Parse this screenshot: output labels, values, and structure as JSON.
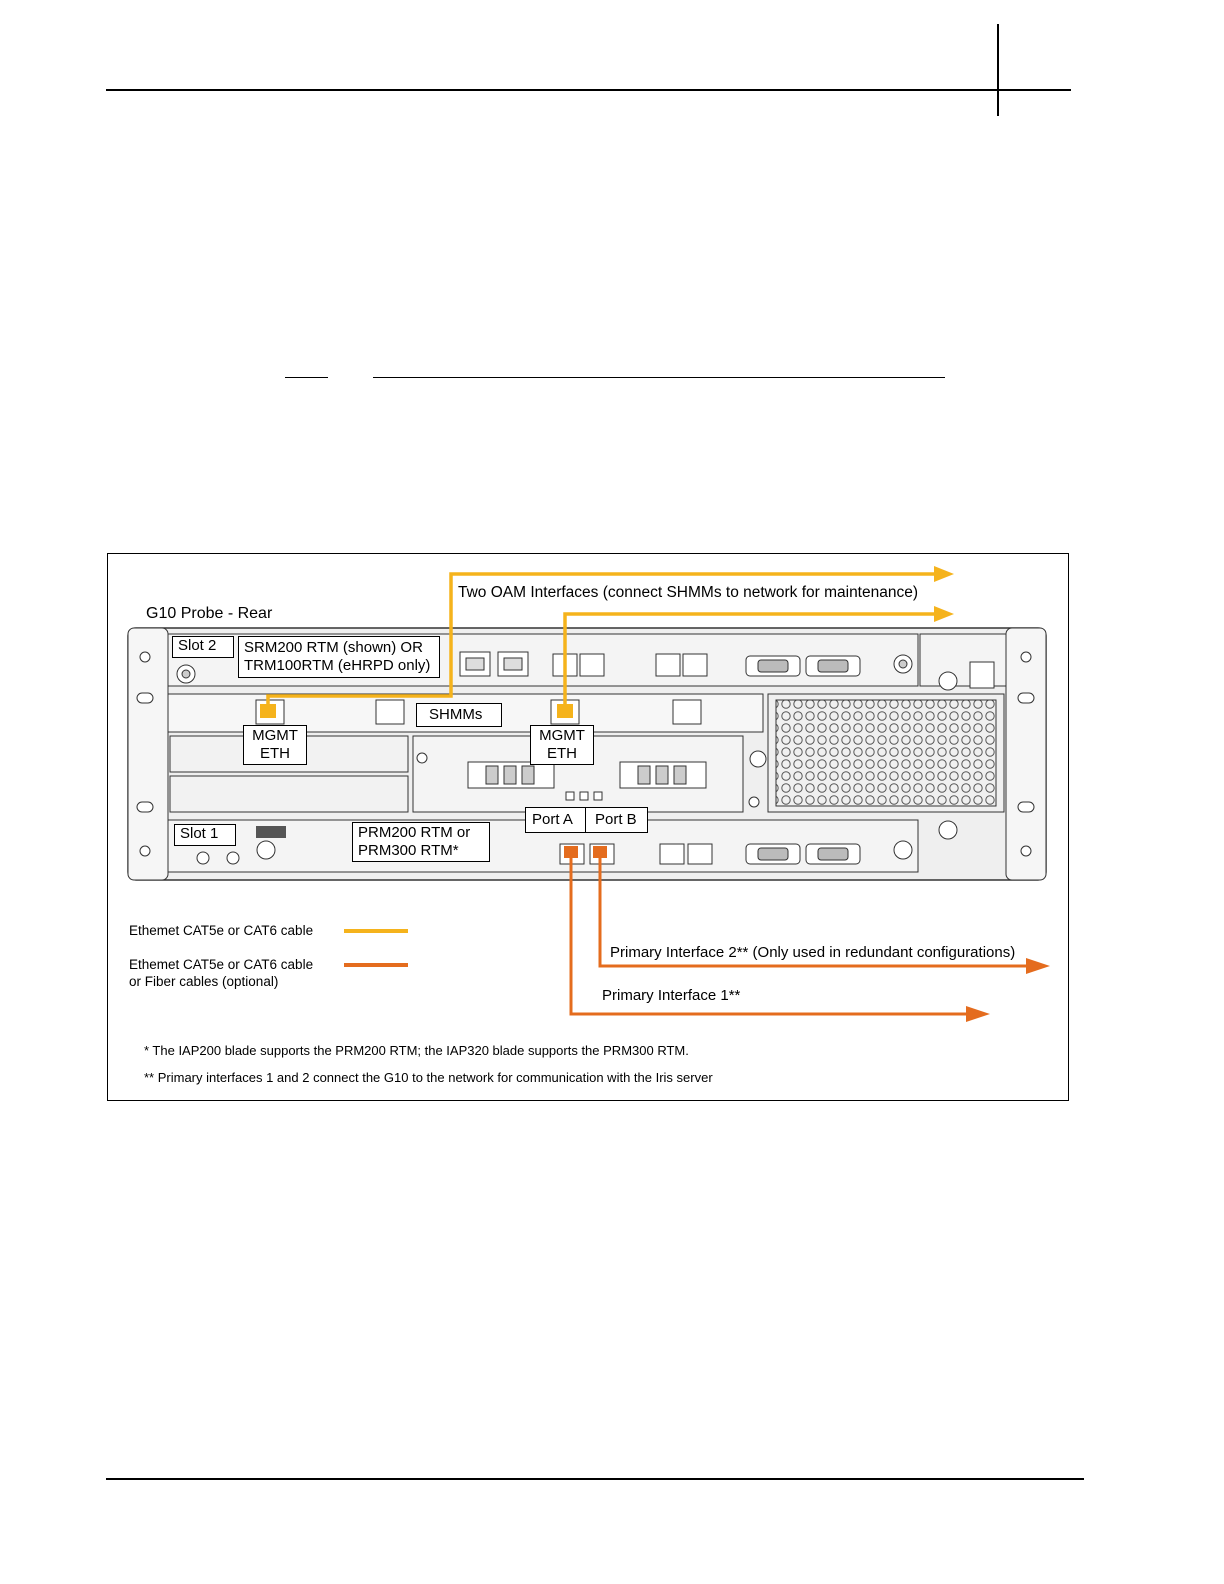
{
  "colors": {
    "yellow_cable": "#f5b31c",
    "orange_cable": "#e46c1e",
    "panel": "#e9e9e9",
    "line": "#000000"
  },
  "figure": {
    "title": "G10 Probe - Rear",
    "oam_label": "Two OAM Interfaces (connect SHMMs to network for maintenance)",
    "slot2": "Slot 2",
    "slot2_desc_line1": "SRM200 RTM (shown) OR",
    "slot2_desc_line2": "TRM100RTM (eHRPD only)",
    "shmms": "SHMMs",
    "mgmt_left_line1": "MGMT",
    "mgmt_left_line2": "ETH",
    "mgmt_right_line1": "MGMT",
    "mgmt_right_line2": "ETH",
    "slot1": "Slot 1",
    "slot1_desc_line1": "PRM200 RTM or",
    "slot1_desc_line2": "PRM300 RTM*",
    "port_a": "Port A",
    "port_b": "Port B",
    "legend": {
      "yellow_label": "Ethemet CAT5e or CAT6 cable",
      "orange_label_line1": "Ethemet CAT5e or CAT6 cable",
      "orange_label_line2": "or Fiber cables (optional)"
    },
    "primary2": "Primary Interface 2** (Only used in redundant configurations)",
    "primary1": "Primary Interface 1**",
    "note1": "*  The IAP200 blade supports the PRM200 RTM; the IAP320 blade supports the PRM300 RTM.",
    "note2": "**  Primary interfaces 1 and 2 connect the G10 to the network for communication with the Iris server"
  }
}
